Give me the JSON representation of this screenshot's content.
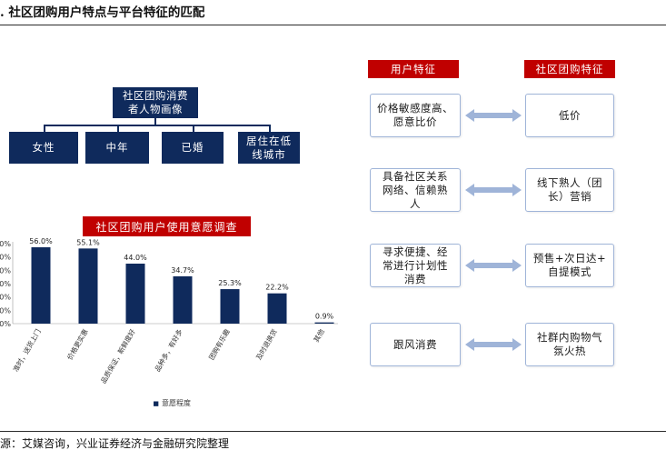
{
  "title": ". 社区团购用户特点与平台特征的匹配",
  "persona": {
    "root_line1": "社区团购消费",
    "root_line2": "者人物画像",
    "leaves": [
      "女性",
      "中年",
      "已婚",
      "居住在低线城市"
    ],
    "leaf4_line1": "居住在低",
    "leaf4_line2": "线城市",
    "node_color": "#0f2a5c"
  },
  "chart_data": {
    "type": "bar",
    "title": "社区团购用户使用意愿调查",
    "categories": [
      "准时，送货上门",
      "价格更实惠",
      "品质保证，新鲜度好",
      "品种多，有好多",
      "团购有乐趣",
      "及时退换货",
      "其他"
    ],
    "series": [
      {
        "name": "意愿程度",
        "values": [
          56.0,
          55.1,
          44.0,
          34.7,
          25.3,
          22.2,
          0.9
        ]
      }
    ],
    "value_labels": [
      "56.0%",
      "55.1%",
      "44.0%",
      "34.7%",
      "25.3%",
      "22.2%",
      "0.9%"
    ],
    "ytick_labels": [
      "0%",
      "0%",
      "0%",
      "0%",
      "0%",
      "0%",
      "0%"
    ],
    "ylim": [
      0,
      60
    ],
    "legend": "bottom-center",
    "legend_marker": "■",
    "bar_color": "#0f2a5c",
    "title_color": "#c00000"
  },
  "matching": {
    "header_left": "用户特征",
    "header_right": "社区团购特征",
    "rows": [
      {
        "left_lines": [
          "价格敏感度高、",
          "愿意比价"
        ],
        "right_lines": [
          "低价"
        ]
      },
      {
        "left_lines": [
          "具备社区关系",
          "网络、信赖熟",
          "人"
        ],
        "right_lines": [
          "线下熟人（团",
          "长）营销"
        ]
      },
      {
        "left_lines": [
          "寻求便捷、经",
          "常进行计划性",
          "消费"
        ],
        "right_lines": [
          "预售+次日达+",
          "自提模式"
        ]
      },
      {
        "left_lines": [
          "跟风消费"
        ],
        "right_lines": [
          "社群内购物气",
          "氛火热"
        ]
      }
    ],
    "header_color": "#c00000",
    "arrow_color": "#9fb4d8"
  },
  "source": "源：艾媒咨询，兴业证券经济与金融研究院整理"
}
